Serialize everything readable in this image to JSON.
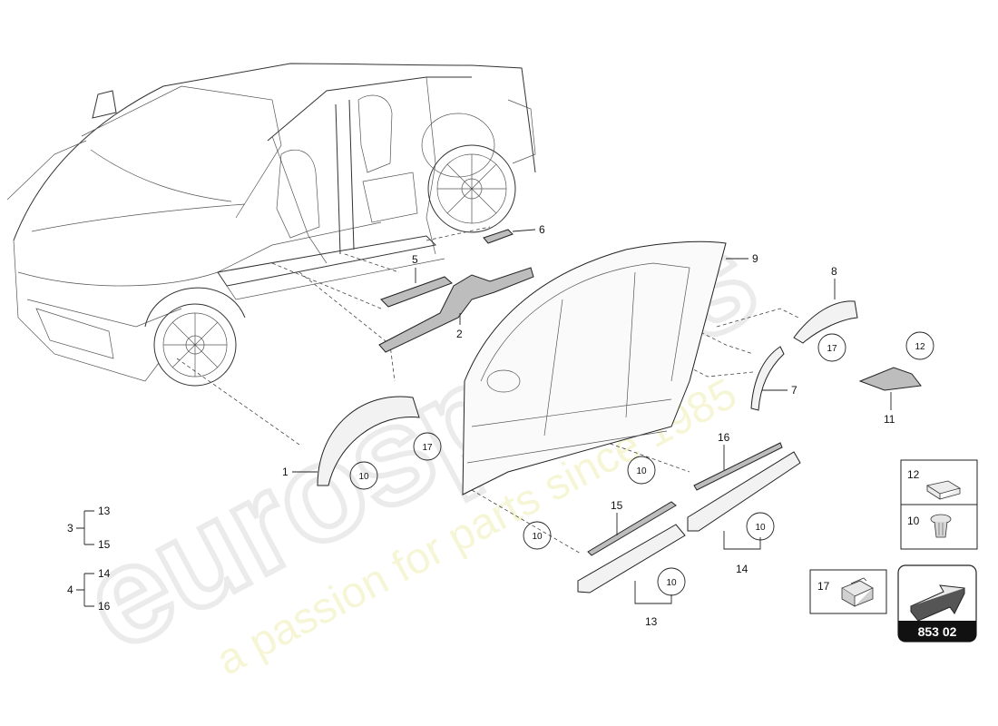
{
  "watermark": {
    "brand": "eurospares",
    "tagline": "a passion for parts since 1985"
  },
  "parts": [
    {
      "id": "p1",
      "number": "1"
    },
    {
      "id": "p2",
      "number": "2"
    },
    {
      "id": "p5",
      "number": "5"
    },
    {
      "id": "p6",
      "number": "6"
    },
    {
      "id": "p7",
      "number": "7"
    },
    {
      "id": "p8",
      "number": "8"
    },
    {
      "id": "p9",
      "number": "9"
    },
    {
      "id": "p11",
      "number": "11"
    },
    {
      "id": "p13",
      "number": "13"
    },
    {
      "id": "p14",
      "number": "14"
    },
    {
      "id": "p15",
      "number": "15"
    },
    {
      "id": "p16",
      "number": "16"
    }
  ],
  "circled": {
    "c10a": "10",
    "c17a": "17",
    "c17b": "17",
    "c12": "12",
    "c10b": "10",
    "c10c": "10",
    "c10d": "10",
    "c10e": "10"
  },
  "assemblies": [
    {
      "number": "3",
      "children": [
        "13",
        "15"
      ]
    },
    {
      "number": "4",
      "children": [
        "14",
        "16"
      ]
    }
  ],
  "legend": {
    "item12": "12",
    "item10": "10",
    "item17": "17"
  },
  "page_number": "853 02"
}
